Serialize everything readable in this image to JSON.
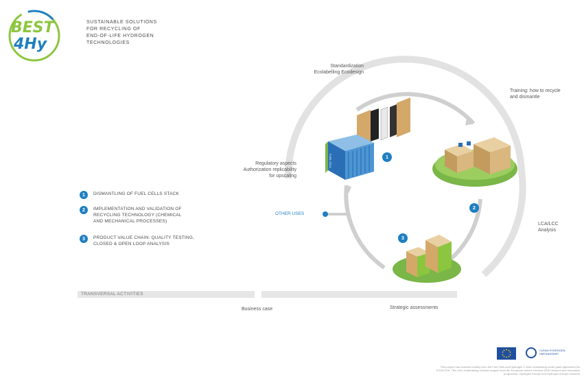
{
  "logo": {
    "line1": "BEST",
    "line2": "4Hy"
  },
  "header": {
    "line1": "SUSTAINABLE SOLUTIONS",
    "line2": "FOR RECYCLING OF",
    "line3": "END-OF-LIFE HYDROGEN",
    "line4": "TECHNOLOGIES"
  },
  "cycle_labels": {
    "standardization_1": "Standardization",
    "standardization_2": "Ecolabelling Ecodesign",
    "training_1": "Training: how to recycle",
    "training_2": "and dismantle",
    "regulatory_1": "Regulatory aspects",
    "regulatory_2": "Authorization replicability",
    "regulatory_3": "for upscaling",
    "lca_1": "LCA/LCC",
    "lca_2": "Analysis",
    "other_uses": "OTHER USES",
    "business_case": "Business case",
    "strategic": "Strategic assessments",
    "fuel_cell": "FUEL CELL"
  },
  "steps": {
    "s1": "1",
    "s2": "2",
    "s3": "3"
  },
  "legend": [
    {
      "num": "1",
      "line1": "DISMANTLING OF FUEL CELLS STACK",
      "line2": "",
      "line3": ""
    },
    {
      "num": "2",
      "line1": "IMPLEMENTATION AND VALIDATION OF",
      "line2": "RECYCLING TECHNOLOGY (CHEMICAL",
      "line3": "AND MECHANICAL PROCESSES)"
    },
    {
      "num": "3",
      "line1": "PRODUCT VALUE CHAIN: QUALITY TESTING,",
      "line2": "CLOSED & OPEN LOOP ANALYSIS",
      "line3": ""
    }
  ],
  "transversal": "TRANSVERSAL ACTIVITIES",
  "footer": {
    "partner": "CLEAN HYDROGEN PARTNERSHIP",
    "line1": "This project has received funding from the Fuel Cells and Hydrogen 2 Joint Undertaking under grant agreement No",
    "line2": "101007216. This Joint Undertaking receives support from the European Union's Horizon 2020 research and innovation",
    "line3": "programme, Hydrogen Europe and Hydrogen Europe research"
  },
  "colors": {
    "blue": "#1f7fc1",
    "green": "#7ab648",
    "grey_ring": "#dcdcdc",
    "logo_green": "#8cc63f"
  }
}
